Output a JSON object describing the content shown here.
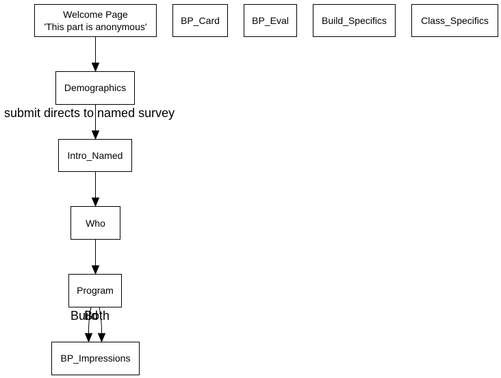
{
  "nodes": {
    "welcome": {
      "line1": "Welcome Page",
      "line2": "'This part is anonymous'"
    },
    "bp_card": {
      "label": "BP_Card"
    },
    "bp_eval": {
      "label": "BP_Eval"
    },
    "build_specifics": {
      "label": "Build_Specifics"
    },
    "class_specifics": {
      "label": "Class_Specifics"
    },
    "demographics": {
      "label": "Demographics"
    },
    "intro_named": {
      "label": "Intro_Named"
    },
    "who": {
      "label": "Who"
    },
    "program": {
      "label": "Program"
    },
    "bp_impressions": {
      "label": "BP_Impressions"
    }
  },
  "edges": {
    "demographics_to_intro": {
      "label": "submit directs to named survey"
    },
    "program_to_impressions_a": {
      "label": "Build"
    },
    "program_to_impressions_b": {
      "label": "Both"
    }
  },
  "colors": {
    "stroke": "#000000",
    "fill": "#ffffff",
    "text": "#000000"
  }
}
